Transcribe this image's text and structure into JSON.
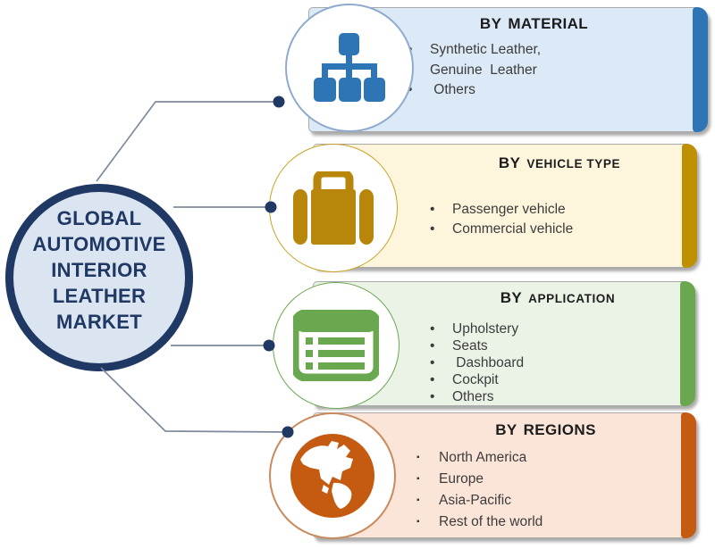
{
  "center": {
    "title_lines": [
      "GLOBAL",
      "AUTOMOTIVE",
      "INTERIOR",
      "LEATHER",
      "MARKET"
    ],
    "fill": "#dbe5f2",
    "border": "#1f3864",
    "text_color": "#1f3864"
  },
  "connector": {
    "line_color": "#7e8a9c",
    "dot_color": "#1f3864"
  },
  "panels": [
    {
      "key": "by-material",
      "header": {
        "by": "BY",
        "rest": "MATERIAL"
      },
      "bullet": "•",
      "items": [
        "Synthetic Leather,",
        "Genuine  Leather",
        " Others"
      ],
      "icon": "sitemap-icon",
      "colors": {
        "bg": "#dce9f6",
        "bar": "#2e75b6",
        "icon": "#2e75b6",
        "circle_border": "#8eaacd"
      }
    },
    {
      "key": "by-vehicle-type",
      "header": {
        "by": "BY",
        "rest": "VEHICLE TYPE"
      },
      "bullet": "•",
      "items": [
        "Passenger vehicle",
        "Commercial vehicle"
      ],
      "icon": "briefcase-icon",
      "colors": {
        "bg": "#fdf5dc",
        "bar": "#bf9000",
        "icon": "#b8860b",
        "circle_border": "#c9a227"
      }
    },
    {
      "key": "by-application",
      "header": {
        "by": "BY",
        "rest": "APPLICATION"
      },
      "bullet": "•",
      "items": [
        "Upholstery",
        "Seats",
        " Dashboard",
        "Cockpit",
        "Others"
      ],
      "icon": "list-icon",
      "colors": {
        "bg": "#ebf3e7",
        "bar": "#6aa84f",
        "icon": "#6aa84f",
        "circle_border": "#6aa84f"
      }
    },
    {
      "key": "by-regions",
      "header": {
        "by": "BY",
        "rest": "REGIONS"
      },
      "bullet": "▪",
      "items": [
        "North America",
        "Europe",
        "Asia-Pacific",
        "Rest of the world"
      ],
      "icon": "globe-icon",
      "colors": {
        "bg": "#fbe5d8",
        "bar": "#c55a11",
        "icon": "#c55a11",
        "circle_border": "#c98a5e"
      }
    }
  ]
}
